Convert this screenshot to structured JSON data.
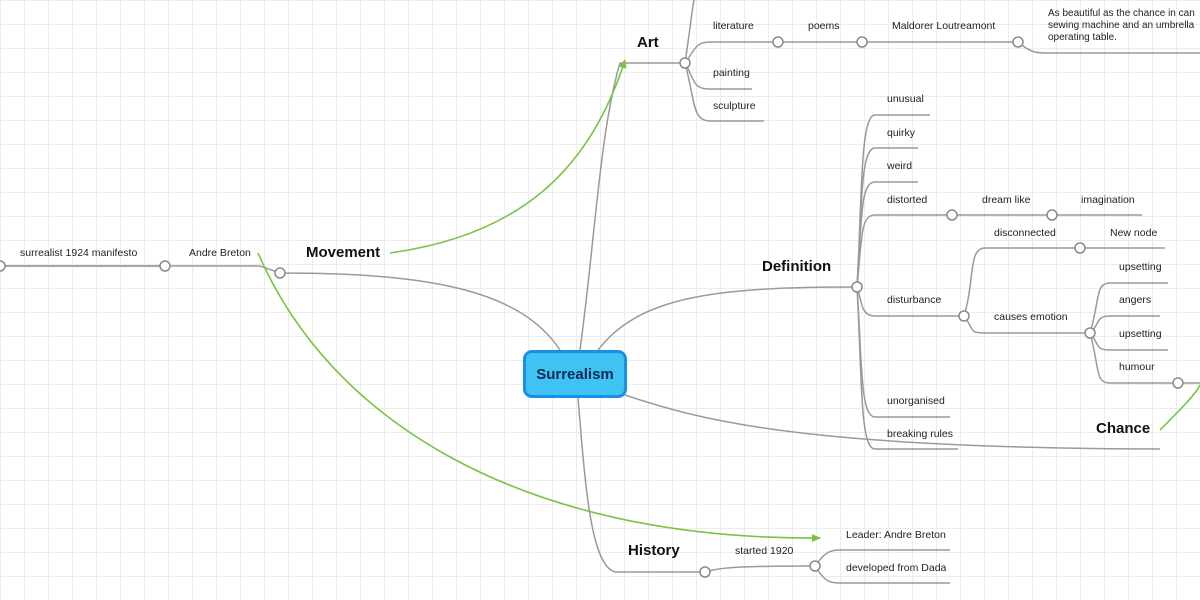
{
  "center": "Surrealism",
  "movement": {
    "label": "Movement",
    "andre": "Andre Breton",
    "manifesto": "surrealist 1924 manifesto"
  },
  "art": {
    "label": "Art",
    "literature": "literature",
    "poems": "poems",
    "maldorer": "Maldorer Loutreamont",
    "quote": "As beautiful as the chance in can sewing machine and an umbrella operating table.",
    "painting": "painting",
    "sculpture": "sculpture"
  },
  "definition": {
    "label": "Definition",
    "unusual": "unusual",
    "quirky": "quirky",
    "weird": "weird",
    "distorted": "distorted",
    "dreamlike": "dream like",
    "imagination": "imagination",
    "disturbance": "disturbance",
    "disconnected": "disconnected",
    "newnode": "New node",
    "causes": "causes emotion",
    "upsetting1": "upsetting",
    "angers": "angers",
    "upsetting2": "upsetting",
    "humour": "humour",
    "unorganised": "unorganised",
    "breaking": "breaking rules"
  },
  "chance": {
    "label": "Chance"
  },
  "history": {
    "label": "History",
    "started": "started 1920",
    "leader": "Leader: Andre Breton",
    "dada": "developed from Dada"
  },
  "colors": {
    "branch": "#9a9a9a",
    "relation": "#76c442",
    "center_fill": "#3fc3f5",
    "center_border": "#1a8fe8"
  }
}
